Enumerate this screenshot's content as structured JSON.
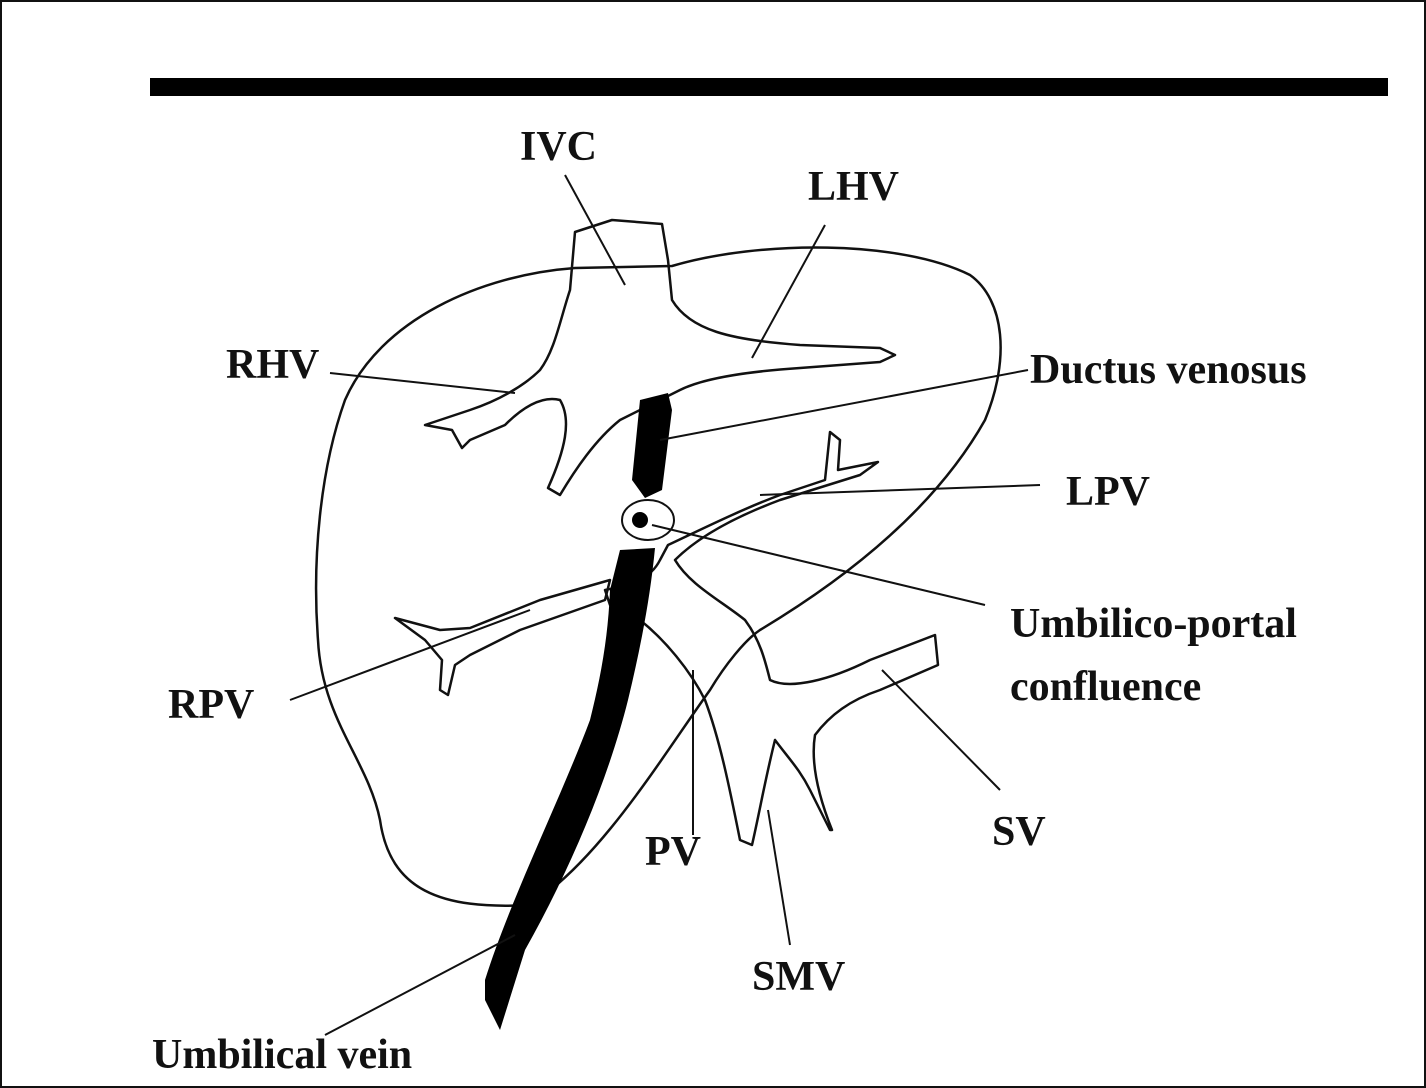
{
  "colors": {
    "liver": "#d9d9d9",
    "vessel": "#ffffff",
    "outline": "#111111",
    "dark_vessel": "#000000"
  },
  "labels": {
    "ivc": "IVC",
    "lhv": "LHV",
    "rhv": "RHV",
    "ductus_venosus": "Ductus venosus",
    "lpv": "LPV",
    "umbilico_portal_line1": "Umbilico-portal",
    "umbilico_portal_line2": "confluence",
    "rpv": "RPV",
    "pv": "PV",
    "smv": "SMV",
    "sv": "SV",
    "umbilical_vein": "Umbilical vein"
  }
}
